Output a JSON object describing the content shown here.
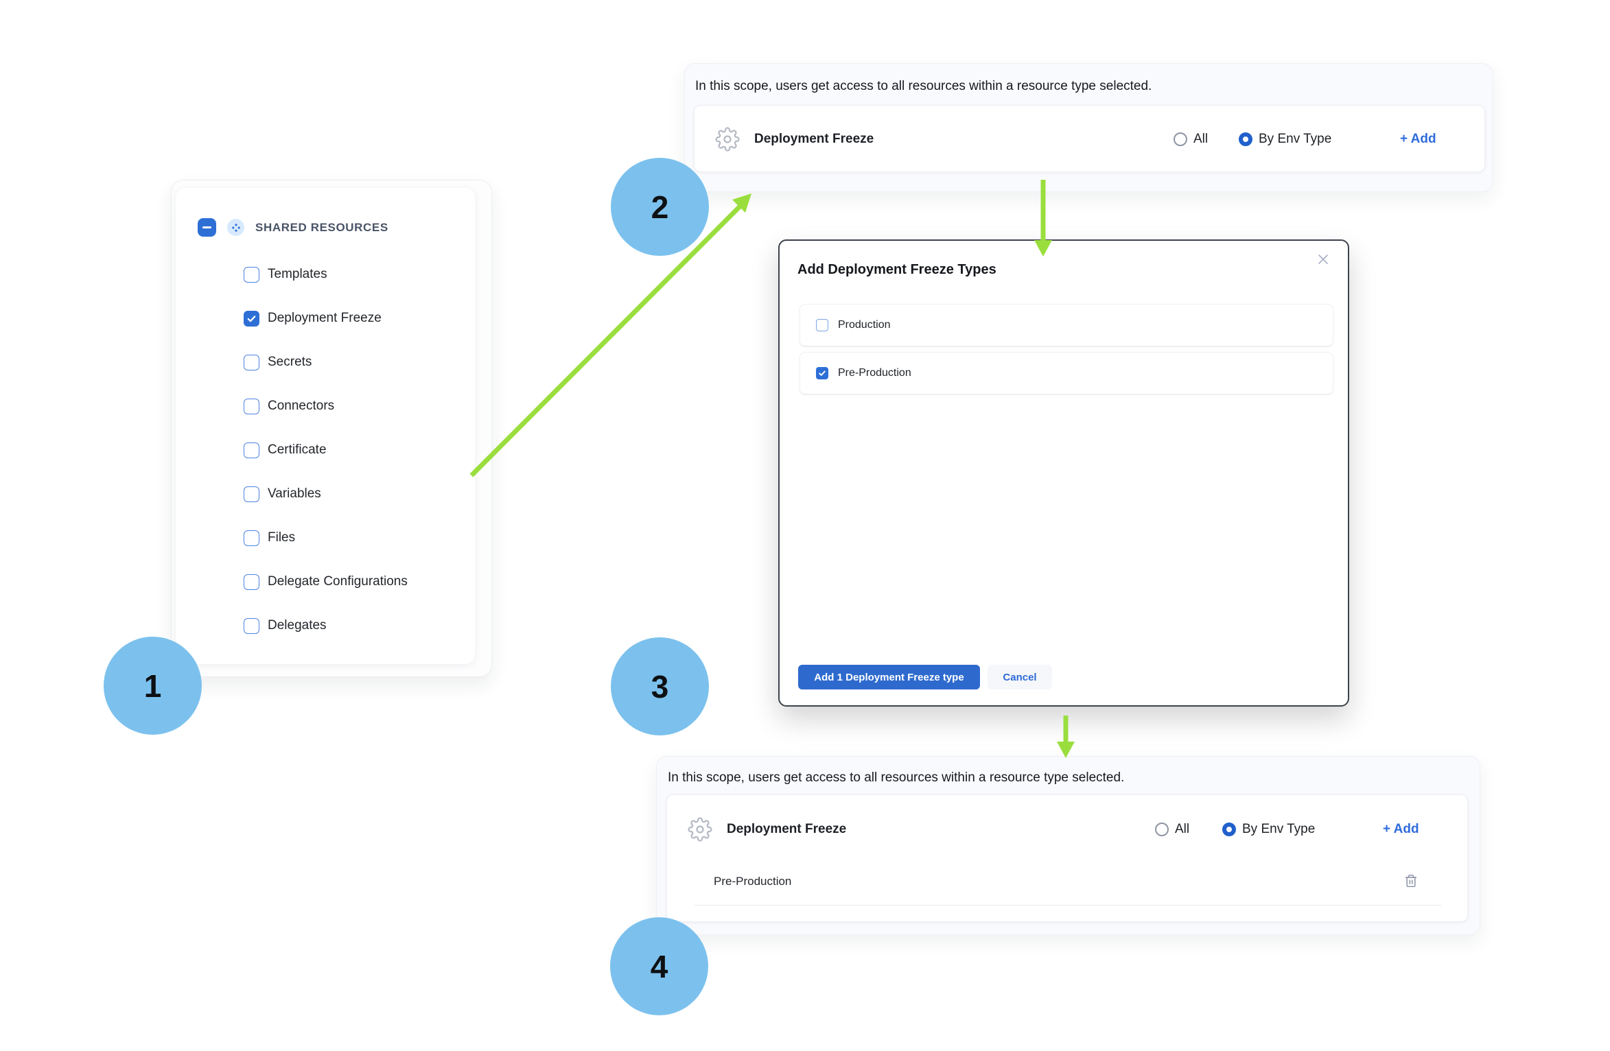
{
  "colors": {
    "accent_blue": "#2e6fd6",
    "link_blue": "#2f6bdb",
    "badge_blue": "#7cc1ed",
    "arrow_green": "#9ade3e",
    "modal_border": "#3d434c",
    "panel_bg": "#f9fafd"
  },
  "icons": {
    "collapse": "minus-icon",
    "group": "shared-resources-icon",
    "resource": "gear-icon",
    "remove": "trash-icon",
    "close": "close-icon"
  },
  "badges": {
    "step1": "1",
    "step2": "2",
    "step3": "3",
    "step4": "4"
  },
  "resource_tree": {
    "group_label": "SHARED RESOURCES",
    "items": [
      {
        "label": "Templates",
        "checked": false
      },
      {
        "label": "Deployment Freeze",
        "checked": true
      },
      {
        "label": "Secrets",
        "checked": false
      },
      {
        "label": "Connectors",
        "checked": false
      },
      {
        "label": "Certificate",
        "checked": false
      },
      {
        "label": "Variables",
        "checked": false
      },
      {
        "label": "Files",
        "checked": false
      },
      {
        "label": "Delegate Configurations",
        "checked": false
      },
      {
        "label": "Delegates",
        "checked": false
      }
    ]
  },
  "scope_panel_top": {
    "description": "In this scope, users get access to all resources within a resource type selected.",
    "resource_name": "Deployment Freeze",
    "radio_all": {
      "label": "All",
      "selected": false
    },
    "radio_env": {
      "label": "By Env Type",
      "selected": true
    },
    "add_label": "+ Add"
  },
  "modal": {
    "title": "Add Deployment Freeze Types",
    "options": [
      {
        "label": "Production",
        "checked": false
      },
      {
        "label": "Pre-Production",
        "checked": true
      }
    ],
    "primary_label": "Add 1 Deployment Freeze type",
    "cancel_label": "Cancel"
  },
  "scope_panel_bottom": {
    "description": "In this scope, users get access to all resources within a resource type selected.",
    "resource_name": "Deployment Freeze",
    "radio_all": {
      "label": "All",
      "selected": false
    },
    "radio_env": {
      "label": "By Env Type",
      "selected": true
    },
    "add_label": "+ Add",
    "env_types": [
      {
        "label": "Pre-Production"
      }
    ]
  }
}
